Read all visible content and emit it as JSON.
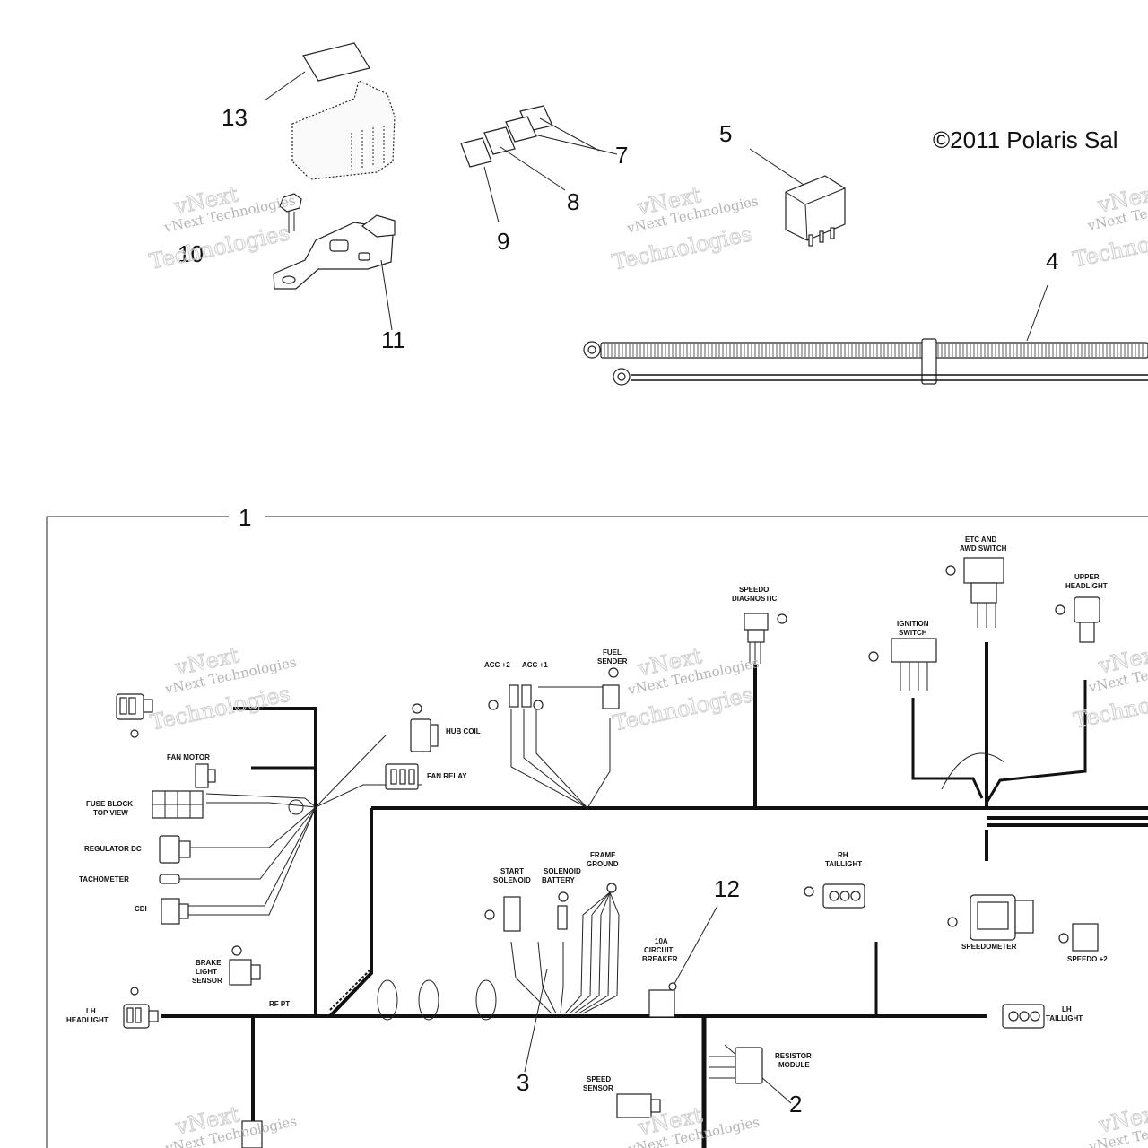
{
  "copyright": "©2011 Polaris Sal",
  "watermark": {
    "line1": "vNext Technologies",
    "line2": "vNext",
    "line3": "Technologies"
  },
  "callouts": {
    "c1": "1",
    "c2": "2",
    "c3": "3",
    "c4": "4",
    "c5": "5",
    "c7": "7",
    "c8": "8",
    "c9": "9",
    "c10": "10",
    "c11": "11",
    "c12": "12",
    "c13": "13"
  },
  "harness_labels": {
    "fan_motor": "FAN MOTOR",
    "hub_coil": "HUB COIL",
    "fan_relay": "FAN RELAY",
    "fuse_block": "FUSE BLOCK",
    "top_view": "TOP VIEW",
    "regulator_dc": "REGULATOR DC",
    "tachometer": "TACHOMETER",
    "cdi": "CDI",
    "brake_light": "BRAKE",
    "light_sensor": "LIGHT",
    "sensor": "SENSOR",
    "lh": "LH",
    "headlight": "HEADLIGHT",
    "acc2": "ACC +2",
    "acc1": "ACC +1",
    "fuel": "FUEL",
    "sender": "SENDER",
    "speedo": "SPEEDO",
    "diagnostic": "DIAGNOSTIC",
    "etc_and": "ETC AND",
    "awd_switch": "AWD SWITCH",
    "ignition": "IGNITION",
    "switch": "SWITCH",
    "upper": "UPPER",
    "upper_headlight": "HEADLIGHT",
    "start": "START",
    "solenoid": "SOLENOID",
    "solenoid2": "SOLENOID",
    "battery": "BATTERY",
    "frame": "FRAME",
    "ground": "GROUND",
    "ten_a": "10A",
    "circuit": "CIRCUIT",
    "breaker": "BREAKER",
    "rh": "RH",
    "taillight": "TAILLIGHT",
    "speedometer": "SPEEDOMETER",
    "speedo2": "SPEEDO +2",
    "lh_tail": "LH",
    "lh_taillight": "TAILLIGHT",
    "speed": "SPEED",
    "speed_sensor": "SENSOR",
    "resistor": "RESISTOR",
    "module": "MODULE",
    "rf_pt": "RF PT"
  }
}
